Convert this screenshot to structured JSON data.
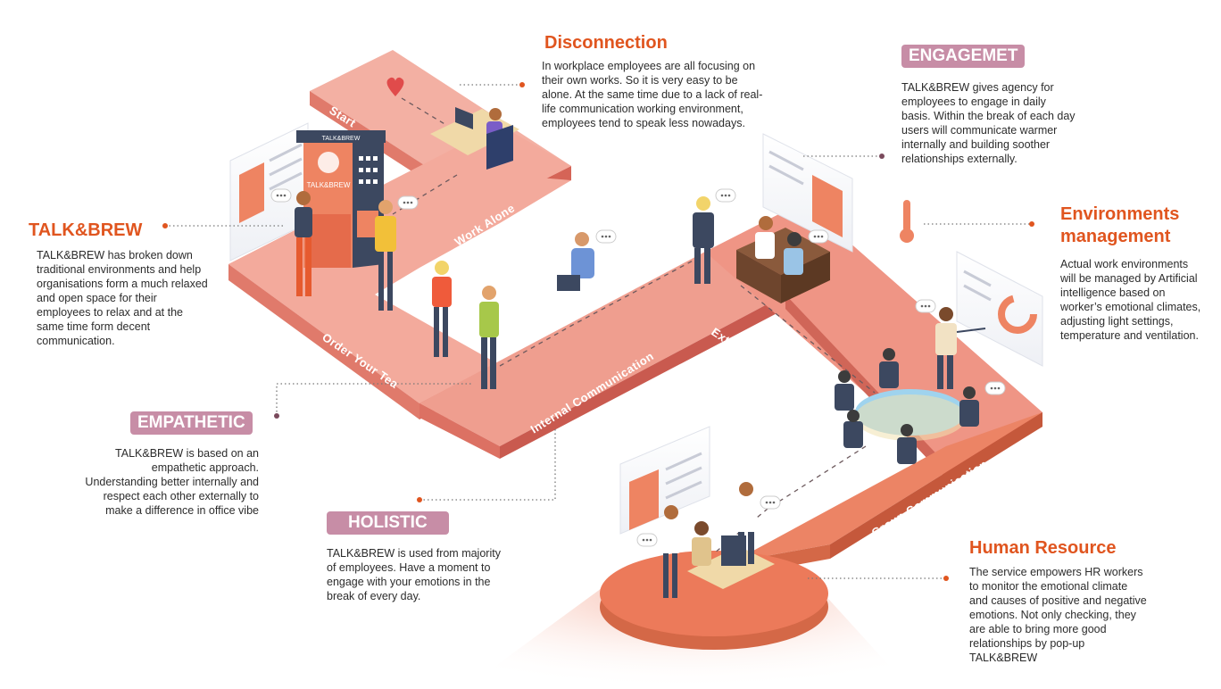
{
  "disconnection": {
    "title": "Disconnection",
    "body": "In workplace employees are all focusing on\ntheir own works. So it is very easy to be\nalone. At the same time due to a lack of real-\nlife communication working environment,\nemployees tend to speak less nowadays."
  },
  "engagement": {
    "title": "ENGAGEMET",
    "body": "TALK&BREW gives agency for\nemployees to engage in daily\nbasis. Within the break of each day\nusers will communicate warmer\ninternally and building soother\nrelationships externally."
  },
  "talkbrew": {
    "title": "TALK&BREW",
    "body": "TALK&BREW has broken down\ntraditional environments and help\norganisations form a much relaxed\nand open space for their\nemployees to relax and at the\nsame time form decent\ncommunication."
  },
  "environments": {
    "title_line1": "Environments",
    "title_line2": "management",
    "body": "Actual work environments\nwill be managed by Artificial\nintelligence based on\nworker’s emotional climates,\nadjusting light settings,\ntemperature and ventilation."
  },
  "empathetic": {
    "title": "EMPATHETIC",
    "body": "TALK&BREW is based on an\nempathetic approach.\nUnderstanding better internally and\nrespect each other externally to\nmake a difference in office vibe"
  },
  "holistic": {
    "title": "HOLISTIC",
    "body": "TALK&BREW is used from majority\nof employees. Have a moment to\nengage with your emotions in the\nbreak of every day."
  },
  "human_resource": {
    "title": "Human Resource",
    "body": "The service empowers HR workers\nto monitor the emotional climate\nand causes of positive and negative\nemotions. Not only checking, they\nare able to bring more good\nrelationships by pop-up\nTALK&BREW"
  },
  "path_labels": {
    "start": "Start",
    "work_alone": "Work Alone",
    "order_tea": "Order Your Tea",
    "internal": "Internal Communication",
    "external": "External Communication",
    "group": "Group Communication"
  },
  "machine": {
    "top_label": "TALK&BREW",
    "front_label": "TALK&BREW"
  },
  "speech_bubble": "•••",
  "icons": [
    "heart-icon",
    "thermometer-icon",
    "speech-bubble-icon"
  ],
  "colors": {
    "accent_orange": "#e0551f",
    "pill_mauve": "#c78da6",
    "path_top": "#f2a79a",
    "path_side": "#d9685c",
    "platform": "#ec7a5a"
  }
}
